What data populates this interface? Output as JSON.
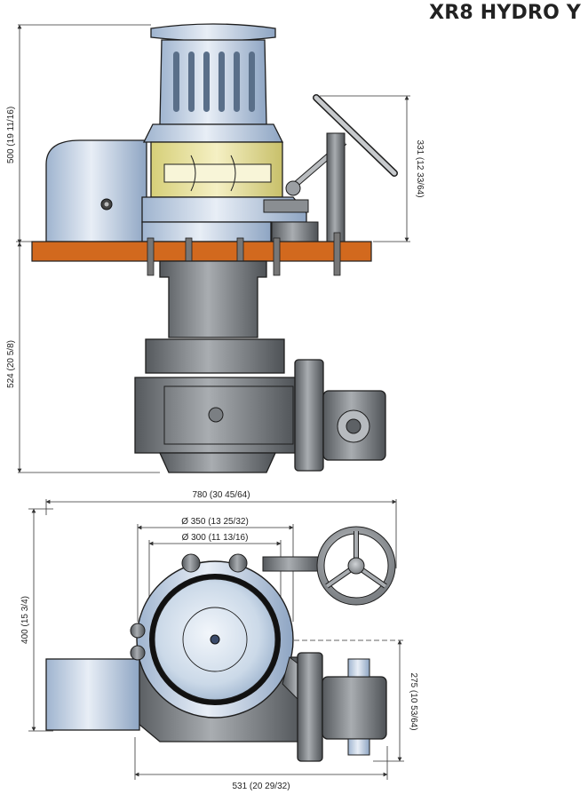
{
  "title": "XR8 HYDRO Y",
  "dimensions": {
    "height_above_deck": "500 (19 11/16)",
    "height_below_deck": "524 (20 5/8)",
    "handwheel_height": "331 (12 33/64)",
    "overall_length": "780 (30 45/64)",
    "drum_dia_outer": "Ø 350 (13 25/32)",
    "drum_dia_inner": "Ø 300 (11 13/16)",
    "overall_depth": "400 (15 3/4)",
    "offset_depth": "275 (10 53/64)",
    "base_length": "531 (20 29/32)"
  },
  "colors": {
    "steel_light": "#c9d6e6",
    "steel_dark": "#6f7377",
    "brass": "#e8e2a0",
    "deck": "#d2691e",
    "outline": "#1e1e1e"
  }
}
